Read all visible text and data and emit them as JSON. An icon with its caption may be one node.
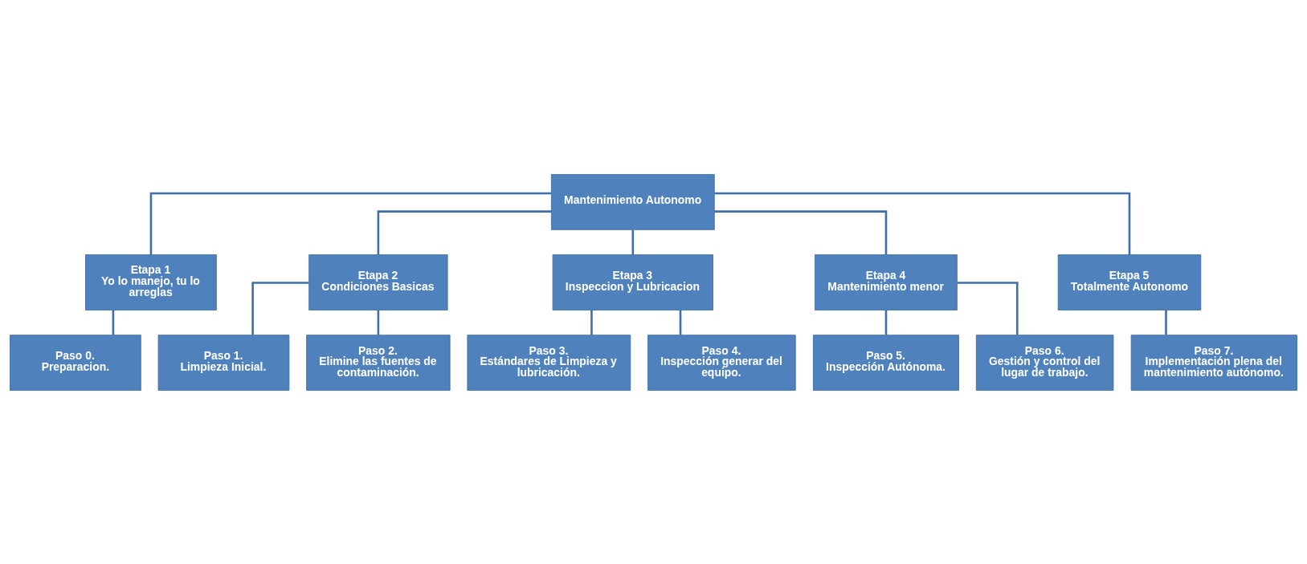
{
  "diagram": {
    "nodes": [
      {
        "text": [
          "Mantenimiento Autonomo"
        ]
      },
      {
        "text": [
          "Etapa 1",
          "Yo lo manejo, tu lo arreglas"
        ]
      },
      {
        "text": [
          "Etapa 2",
          "Condiciones Basicas"
        ]
      },
      {
        "text": [
          "Etapa 3",
          "Inspeccion y Lubricacion"
        ]
      },
      {
        "text": [
          "Etapa 4",
          "Mantenimiento menor"
        ]
      },
      {
        "text": [
          "Etapa 5",
          "Totalmente Autonomo"
        ]
      },
      {
        "text": [
          "Paso 0.",
          "Preparacion."
        ]
      },
      {
        "text": [
          "Paso 1.",
          "Limpieza Inicial."
        ]
      },
      {
        "text": [
          "Paso 3.",
          "Estándares de Limpieza y lubricación."
        ]
      },
      {
        "text": [
          "Paso 5.",
          "Inspección Autónoma."
        ]
      },
      {
        "text": [
          "Paso 7.",
          "Implementación plena del mantenimiento autónomo."
        ]
      },
      {
        "text": [
          "Paso 2.",
          "Elimine las fuentes de contaminación."
        ]
      },
      {
        "text": [
          "Paso 4.",
          "Inspección generar del equipo."
        ]
      },
      {
        "text": [
          "Paso 6.",
          "Gestión y control del lugar de trabajo."
        ]
      }
    ],
    "edges": [
      {
        "from": 0,
        "to": 1,
        "arrow": "none"
      },
      {
        "from": 0,
        "to": 2,
        "arrow": "none"
      },
      {
        "from": 0,
        "to": 3,
        "arrow": "none"
      },
      {
        "from": 0,
        "to": 4,
        "arrow": "none"
      },
      {
        "from": 0,
        "to": 5,
        "arrow": "none"
      },
      {
        "from": 1,
        "to": 6,
        "arrow": "none"
      },
      {
        "from": 2,
        "to": 7,
        "arrow": "none"
      },
      {
        "from": 2,
        "to": 11,
        "arrow": "none"
      },
      {
        "from": 3,
        "to": 8,
        "arrow": "none"
      },
      {
        "from": 3,
        "to": 12,
        "arrow": "none"
      },
      {
        "from": 4,
        "to": 9,
        "arrow": "none"
      },
      {
        "from": 4,
        "to": 13,
        "arrow": "none"
      },
      {
        "from": 5,
        "to": 10,
        "arrow": "none"
      }
    ]
  }
}
